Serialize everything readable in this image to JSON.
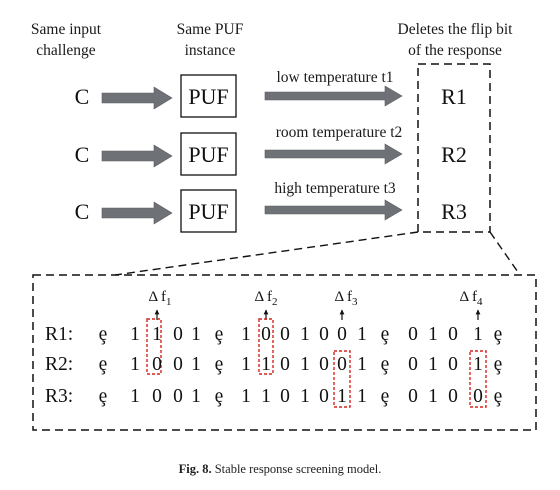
{
  "headers": {
    "challenge": [
      "Same input",
      "challenge"
    ],
    "instance": [
      "Same PUF",
      "instance"
    ],
    "response": [
      "Deletes the flip bit",
      "of the response"
    ]
  },
  "rows": [
    {
      "challenge": "C",
      "puf": "PUF",
      "condition": "low temperature t1",
      "response": "R1"
    },
    {
      "challenge": "C",
      "puf": "PUF",
      "condition": "room temperature t2",
      "response": "R2"
    },
    {
      "challenge": "C",
      "puf": "PUF",
      "condition": "high temperature t3",
      "response": "R3"
    }
  ],
  "detail": {
    "deltas": [
      {
        "symbol": "Δ f",
        "sub": "1"
      },
      {
        "symbol": "Δ f",
        "sub": "2"
      },
      {
        "symbol": "Δ f",
        "sub": "3"
      },
      {
        "symbol": "Δ f",
        "sub": "4"
      }
    ],
    "lines": [
      {
        "label": "R1:",
        "bits": [
          "ȩ",
          "1",
          "1",
          "0",
          "1",
          "ȩ",
          "1",
          "0",
          "0",
          "1",
          "0",
          "0",
          "1",
          "ȩ",
          "0",
          "1",
          "0",
          "1",
          "ȩ"
        ]
      },
      {
        "label": "R2:",
        "bits": [
          "ȩ",
          "1",
          "0",
          "0",
          "1",
          "ȩ",
          "1",
          "1",
          "0",
          "1",
          "0",
          "0",
          "1",
          "ȩ",
          "0",
          "1",
          "0",
          "1",
          "ȩ"
        ]
      },
      {
        "label": "R3:",
        "bits": [
          "ȩ",
          "1",
          "0",
          "0",
          "1",
          "ȩ",
          "1",
          "1",
          "0",
          "1",
          "0",
          "1",
          "1",
          "ȩ",
          "0",
          "1",
          "0",
          "0",
          "ȩ"
        ]
      }
    ]
  },
  "caption": {
    "prefix": "Fig. 8.",
    "text": "Stable response screening model."
  }
}
